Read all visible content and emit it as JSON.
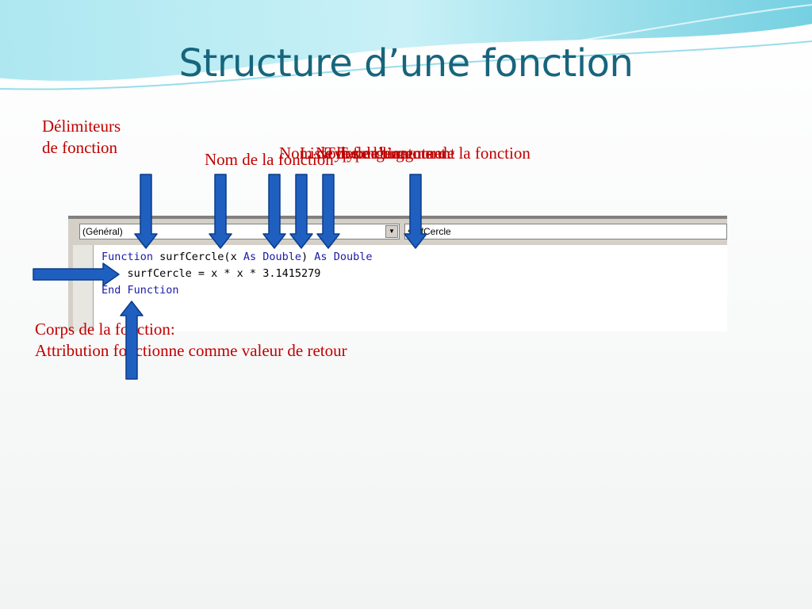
{
  "slide": {
    "title": "Structure d’une fonction"
  },
  "labels": {
    "delimiters_line1": "Délimiteurs",
    "delimiters_line2": "de fonction",
    "function_name": "Nom de la fonction",
    "stacked": [
      {
        "text": "Nom de la fonction",
        "color": "#c00000"
      },
      {
        "text": "Liste des arguments",
        "color": "#c00000"
      },
      {
        "text": "Nom de l’argument",
        "color": "#c00000"
      },
      {
        "text": "Type de l’argument",
        "color": "#c00000"
      },
      {
        "text": "Type de retour de la fonction",
        "color": "#c00000"
      }
    ],
    "body_line1": "Corps de la fonction:",
    "body_line2": "Attribution fonctionne comme valeur de retour"
  },
  "editor": {
    "object_combo": "(Général)",
    "procedure_combo": "surfCercle",
    "code": {
      "line1": {
        "kw1": "Function",
        "t1": " surfCercle(x ",
        "kw2": "As",
        "t2": " ",
        "kw3": "Double",
        "t3": ") ",
        "kw4": "As",
        "t4": " ",
        "kw5": "Double"
      },
      "line2": {
        "t1": "    surfCercle = x * x * 3.1415279"
      },
      "line3": {
        "kw1": "End",
        "t1": " ",
        "kw2": "Function"
      }
    }
  },
  "colors": {
    "title": "#17657d",
    "annotation": "#c00000",
    "arrow_fill": "#1f5fbf",
    "arrow_stroke": "#0b3c8a",
    "keyword": "#1a1aa6"
  }
}
